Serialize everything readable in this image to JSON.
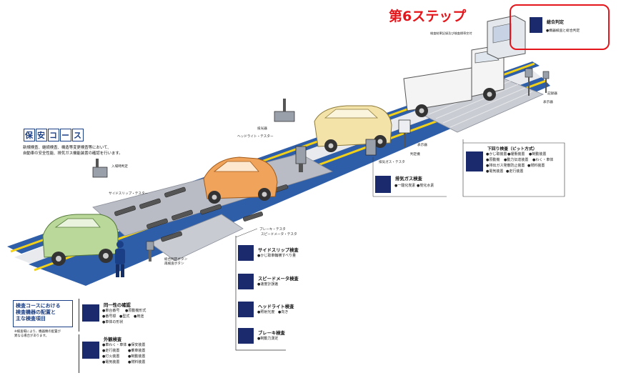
{
  "step": {
    "title": "第6ステップ"
  },
  "course": {
    "title_chars": [
      "保",
      "安",
      "コ",
      "ー",
      "ス"
    ],
    "description_lines": [
      "新規検査、継続検査、構造等変更検査等において、",
      "自動車の安全性能、排気ガス機能装置の確認を行います。"
    ]
  },
  "legend": {
    "title_lines": [
      "検査コースにおける",
      "検査機器の配置と",
      "主な検査項目"
    ],
    "note_lines": [
      "※検査場により、機器類の配置が",
      "異なる場合があります。"
    ]
  },
  "equipment_labels": {
    "result_booth": "検査結果記録及び検査標章交付",
    "printer": "入場時判定",
    "projector": "投光器",
    "headlight": "ヘッドライト・テスター",
    "sideslip": "サイドスリップ・テスター",
    "brake_speed": [
      "ブレーキ・テスタ",
      "スピードメータ・テスタ"
    ],
    "emission": "排気ガス・テスタ",
    "judge": "判定機",
    "pit_display": "表示器",
    "recorder": "記録器",
    "inspector_panel": "表示器",
    "buttons": [
      "総合判定ボタン",
      "再検査ボタン"
    ]
  },
  "panels": {
    "sogo": {
      "title": "総合判定",
      "items": [
        "●機器検査と総合判定"
      ]
    },
    "shitamawari": {
      "title": "下回り検査（ピット方式）",
      "items": [
        "●かじ取装置",
        "●緩衝装置",
        "●制動装置",
        "●原動機",
        "●動力伝達装置",
        "●わく・車体",
        "●排出ガス発散防止装置",
        "●燃料装置",
        "●電気装置",
        "●走行装置"
      ]
    },
    "haiki": {
      "title": "排気ガス検査",
      "items": [
        "●一酸化炭素",
        "●炭化水素"
      ]
    },
    "sideslip": {
      "title": "サイドスリップ検査",
      "items": [
        "●かじ取車輪横すべり量"
      ]
    },
    "speed": {
      "title": "スピードメータ検査",
      "items": [
        "●速度計誤差"
      ]
    },
    "headlight": {
      "title": "ヘッドライト検査",
      "items": [
        "●照射光度",
        "●向き"
      ]
    },
    "brake": {
      "title": "ブレーキ検査",
      "items": [
        "●制動力測定"
      ]
    },
    "identity": {
      "title": "同一性の確認",
      "items": [
        "●車台番号",
        "●原動機形式",
        "●番号標",
        "●型式",
        "●用途",
        "●車体の形状"
      ]
    },
    "exterior": {
      "title": "外観検査",
      "items": [
        "●車わく・車体",
        "●保安装置",
        "●走行装置",
        "●乗車装置",
        "●灯火装置",
        "●制動装置",
        "●電気装置",
        "●燃料装置"
      ]
    }
  },
  "colors": {
    "accent_red": "#e4151b",
    "navy": "#1a2a6c",
    "road_blue": "#2f5ea8",
    "lane_yellow": "#f2d017",
    "pit_grey": "#b9bcc4",
    "car_green": "#b9d89a",
    "car_orange": "#f0a35a",
    "car_cream": "#f3e3a8"
  }
}
